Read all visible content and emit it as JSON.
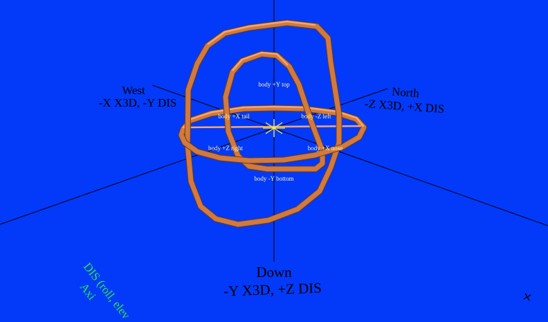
{
  "colors": {
    "background": "#0339f9",
    "ring": "#d07a40",
    "label_text": "#fbf6b0",
    "note_text": "#25e84a"
  },
  "directions": {
    "west": {
      "name": "West",
      "axes": "-X X3D, -Y DIS"
    },
    "north": {
      "name": "North",
      "axes": "-Z X3D, +X DIS"
    },
    "down": {
      "name": "Down",
      "axes": "-Y X3D, +Z DIS"
    }
  },
  "body_labels": {
    "top": "body +Y top",
    "tail": "body +X tail",
    "left": "body -Z left",
    "right": "body +Z right",
    "nose": "body +X nose",
    "bottom": "body -Y bottom"
  },
  "notes": {
    "dis_line1": "DIS (roll, elev",
    "dis_line2": "Axi",
    "corner_glyph": "+"
  }
}
